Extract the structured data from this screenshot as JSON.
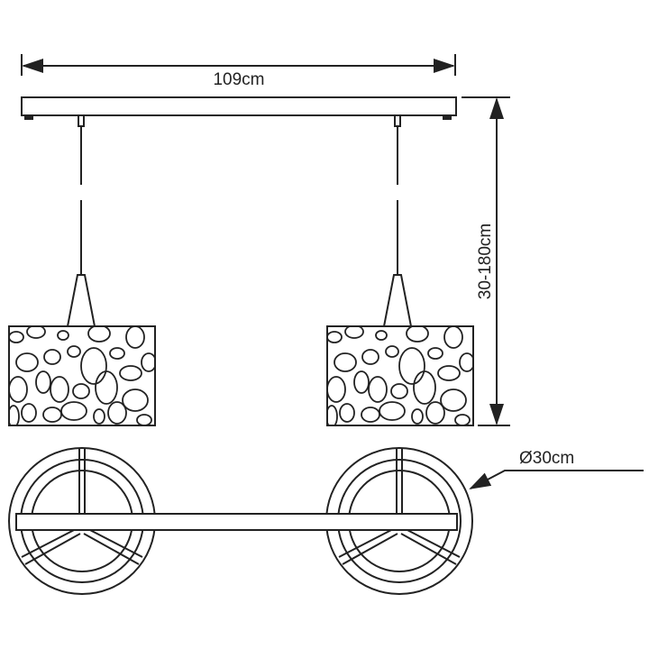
{
  "dimensions": {
    "width_label": "109cm",
    "height_label": "30-180cm",
    "diameter_label": "Ø30cm"
  },
  "colors": {
    "line": "#222222",
    "background": "#ffffff"
  }
}
